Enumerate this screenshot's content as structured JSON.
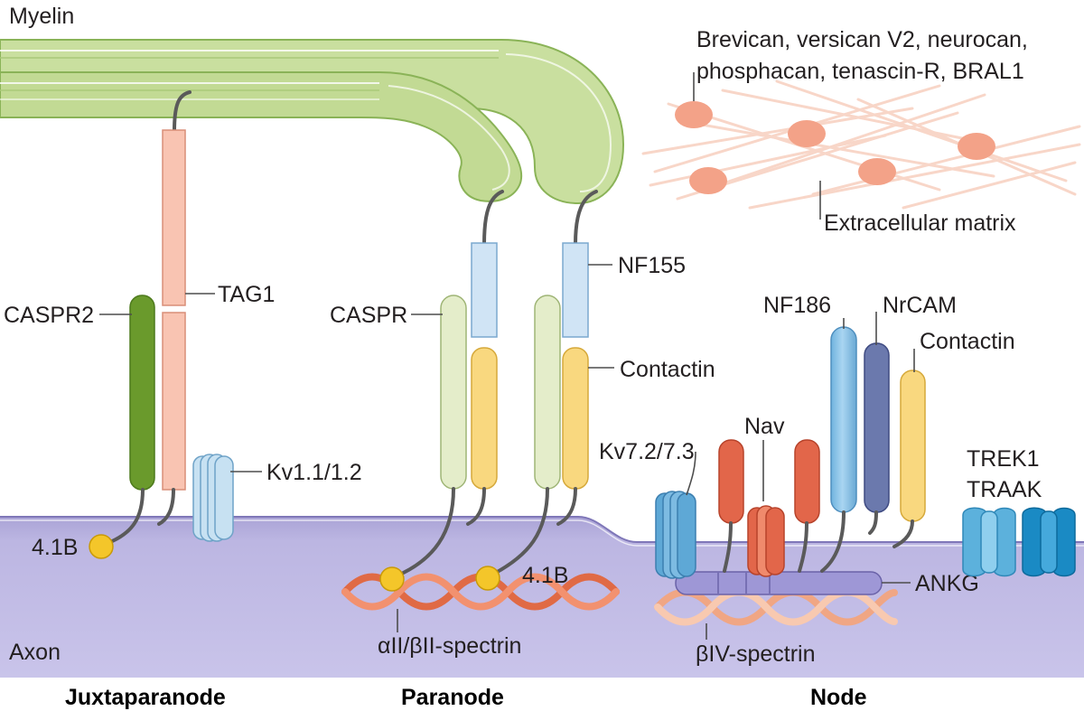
{
  "labels": {
    "myelin": "Myelin",
    "axon": "Axon",
    "ecm_molecules_line1": "Brevican, versican V2, neurocan,",
    "ecm_molecules_line2": "phosphacan, tenascin-R, BRAL1",
    "extracellular_matrix": "Extracellular matrix",
    "tag1": "TAG1",
    "caspr2": "CASPR2",
    "kv11_12": "Kv1.1/1.2",
    "protein_41b_juxta": "4.1B",
    "caspr": "CASPR",
    "nf155": "NF155",
    "contactin_para": "Contactin",
    "protein_41b_para": "4.1B",
    "alpha_beta_spectrin": "αII/βII-spectrin",
    "kv72_73": "Kv7.2/7.3",
    "nav": "Nav",
    "nf186": "NF186",
    "nrcam": "NrCAM",
    "contactin_node": "Contactin",
    "trek1": "TREK1",
    "traak": "TRAAK",
    "ankg": "ANKG",
    "beta_iv_spectrin": "βIV-spectrin"
  },
  "regions": {
    "juxtaparanode": "Juxtaparanode",
    "paranode": "Paranode",
    "node": "Node"
  },
  "colors": {
    "myelin_fill": "#c5dc9c",
    "myelin_stroke": "#8db35a",
    "axon": "#b9b3de",
    "tag1": "#f9c2b0",
    "caspr2": "#6a9a2c",
    "caspr": "#e3ecc8",
    "nf155": "#cfe3f4",
    "contactin": "#f9d87f",
    "kv_channel": "#c7e1f2",
    "protein_41b": "#f4c62a",
    "spectrin_alpha_beta": "#ec7b55",
    "spectrin_beta_iv": "#f5b99a",
    "nav": "#e2664a",
    "nf186": "#8dc4e6",
    "nrcam": "#6b79ad",
    "ankg": "#9e97d6",
    "kv7": "#5aa8d6",
    "trek1": "#6dbfe6",
    "traak": "#1e8fc8",
    "ecm_fibers": "#f7d3c4",
    "ecm_molecule": "#f3a087"
  }
}
